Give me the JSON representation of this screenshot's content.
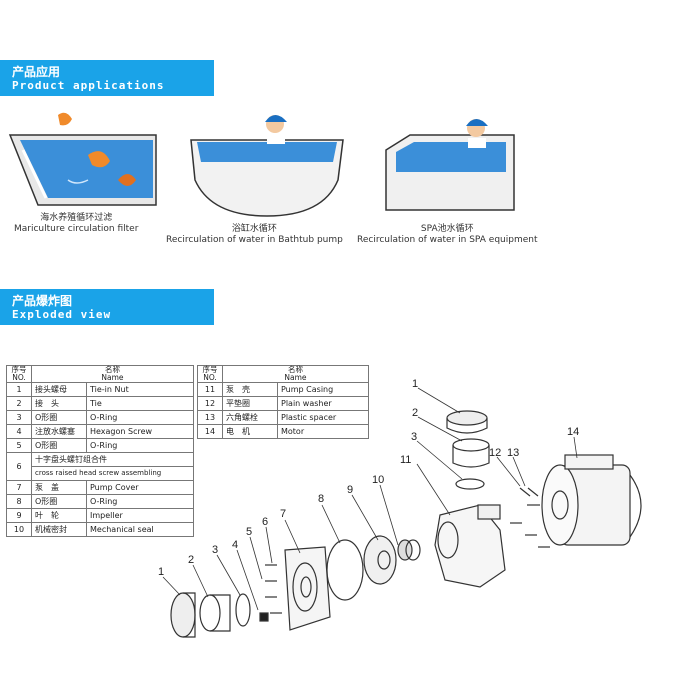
{
  "applications": {
    "banner_cn": "产品应用",
    "banner_en": "Product applications",
    "items": [
      {
        "caption_cn": "海水养殖循环过滤",
        "caption_en": "Mariculture circulation filter"
      },
      {
        "caption_cn": "浴缸水循环",
        "caption_en": "Recirculation of water in Bathtub pump"
      },
      {
        "caption_cn": "SPA池水循环",
        "caption_en": "Recirculation of water in SPA equipment"
      }
    ]
  },
  "exploded": {
    "banner_cn": "产品爆炸图",
    "banner_en": "Exploded view",
    "table_headers": {
      "no_cn": "序号",
      "no_en": "NO.",
      "name_cn": "名称",
      "name_en": "Name"
    },
    "parts_left": [
      {
        "no": "1",
        "cn": "接头螺母",
        "en": "Tie-in Nut"
      },
      {
        "no": "2",
        "cn": "接　头",
        "en": "Tie"
      },
      {
        "no": "3",
        "cn": "O形圈",
        "en": "O-Ring"
      },
      {
        "no": "4",
        "cn": "注放水螺塞",
        "en": "Hexagon Screw"
      },
      {
        "no": "5",
        "cn": "O形圈",
        "en": "O-Ring"
      },
      {
        "no": "6",
        "cn": "十字盘头螺钉组合件",
        "en": "cross raised head screw assembling"
      },
      {
        "no": "7",
        "cn": "泵　盖",
        "en": "Pump Cover"
      },
      {
        "no": "8",
        "cn": "O形圈",
        "en": "O-Ring"
      },
      {
        "no": "9",
        "cn": "叶　轮",
        "en": "Impeller"
      },
      {
        "no": "10",
        "cn": "机械密封",
        "en": "Mechanical seal"
      }
    ],
    "parts_right": [
      {
        "no": "11",
        "cn": "泵　壳",
        "en": "Pump Casing"
      },
      {
        "no": "12",
        "cn": "平垫圈",
        "en": "Plain washer"
      },
      {
        "no": "13",
        "cn": "六角螺栓",
        "en": "Plastic spacer"
      },
      {
        "no": "14",
        "cn": "电　机",
        "en": "Motor"
      }
    ],
    "callouts": [
      "1",
      "2",
      "3",
      "4",
      "5",
      "6",
      "7",
      "8",
      "9",
      "10",
      "11",
      "12",
      "13",
      "14",
      "1",
      "2",
      "3"
    ]
  },
  "colors": {
    "banner": "#1aa3e8",
    "water": "#3b8fd9"
  }
}
